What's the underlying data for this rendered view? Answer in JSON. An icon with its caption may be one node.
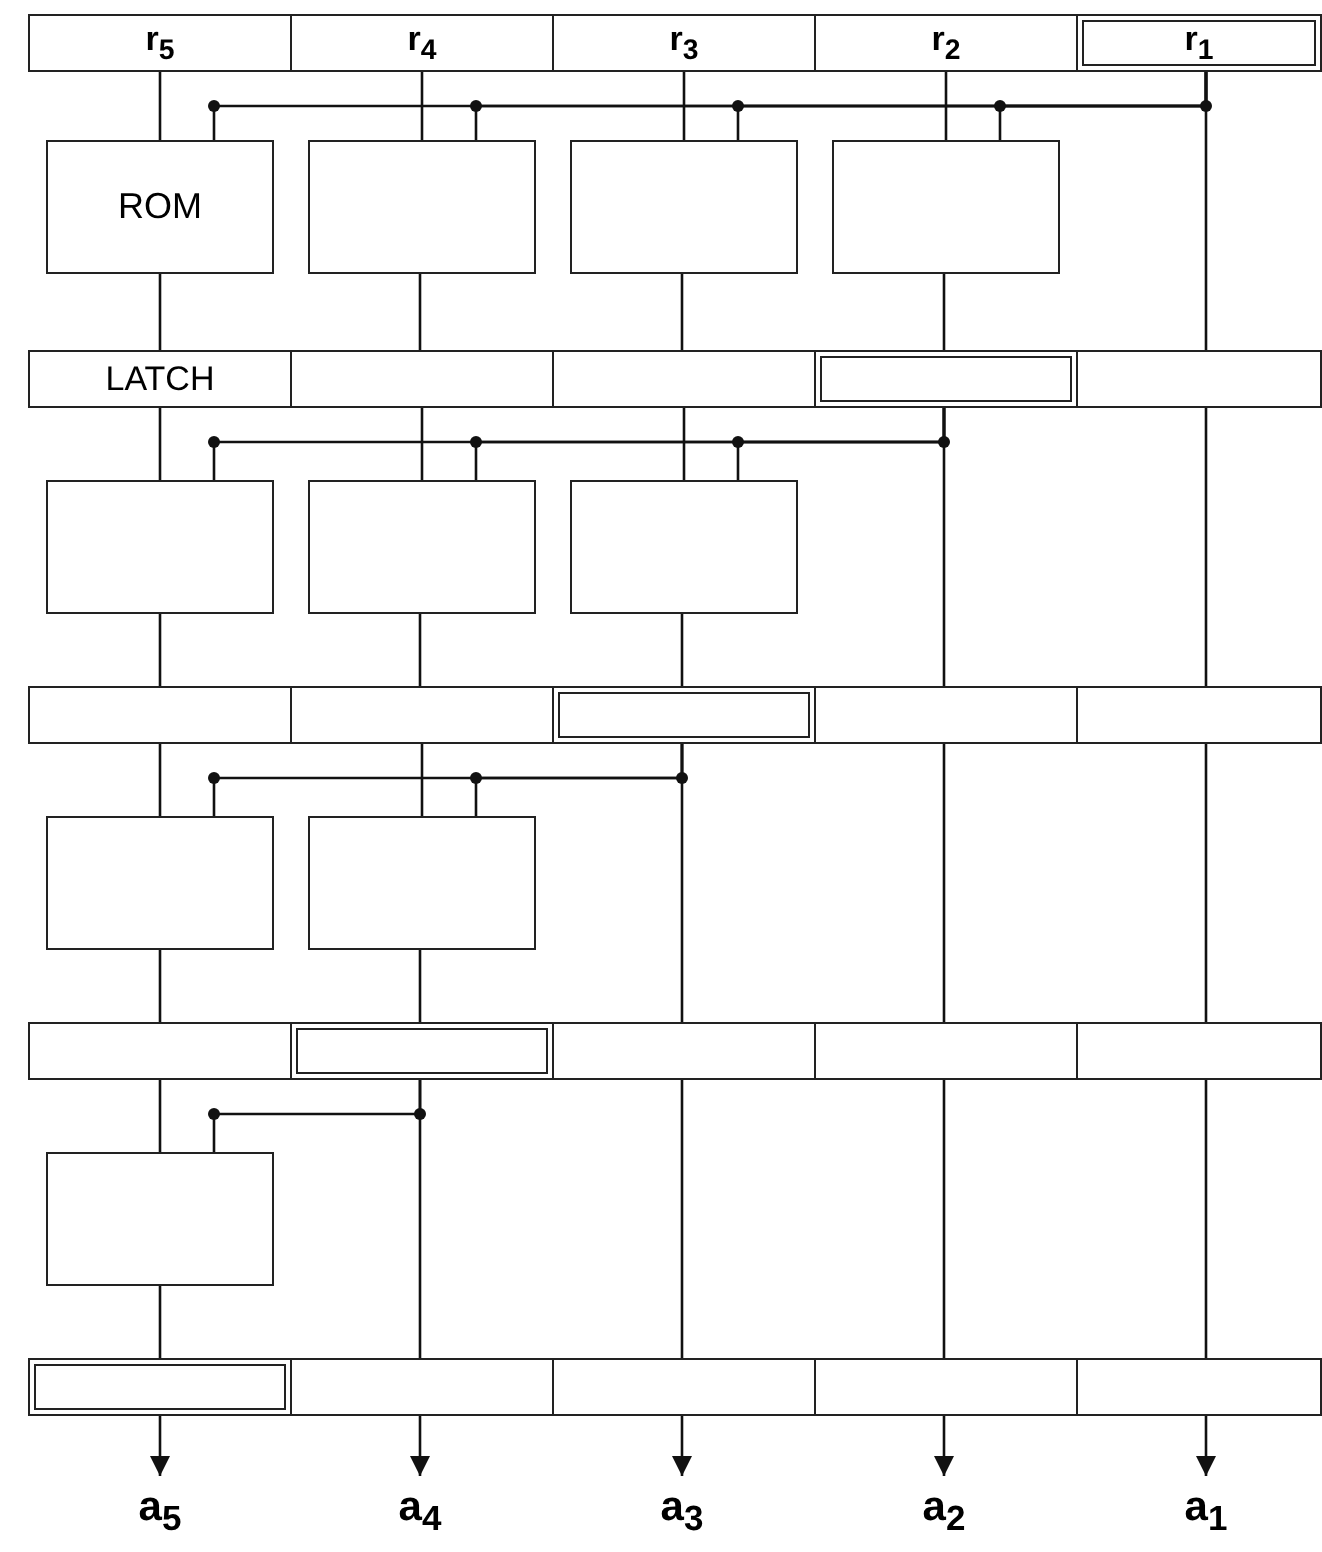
{
  "diagram": {
    "nodes": [
      {
        "text": [
          "r$_{5}$"
        ]
      },
      {
        "text": [
          "r$_{4}$"
        ]
      },
      {
        "text": [
          "r$_{3}$"
        ]
      },
      {
        "text": [
          "r$_{2}$"
        ]
      },
      {
        "text": [
          "r$_{1}$"
        ]
      },
      {
        "text": [
          "ROM"
        ]
      },
      {
        "text": [],
        "shape": "box"
      },
      {
        "text": [],
        "shape": "box"
      },
      {
        "text": [],
        "shape": "box"
      },
      {
        "text": [
          "LATCH"
        ]
      },
      {
        "text": [],
        "shape": "box"
      },
      {
        "text": [],
        "shape": "box"
      },
      {
        "text": [],
        "shape": "box"
      },
      {
        "text": [],
        "shape": "box"
      },
      {
        "text": [],
        "shape": "box"
      },
      {
        "text": [],
        "shape": "box"
      },
      {
        "text": [],
        "shape": "box"
      },
      {
        "text": [],
        "shape": "box"
      },
      {
        "text": [],
        "shape": "box"
      },
      {
        "text": [],
        "shape": "box"
      },
      {
        "text": [],
        "shape": "box"
      },
      {
        "text": [],
        "shape": "box"
      },
      {
        "text": [],
        "shape": "box"
      },
      {
        "text": [],
        "shape": "box"
      },
      {
        "text": [],
        "shape": "box"
      },
      {
        "text": [],
        "shape": "box"
      },
      {
        "text": [],
        "shape": "box"
      },
      {
        "text": [],
        "shape": "box"
      },
      {
        "text": [],
        "shape": "box"
      },
      {
        "text": [],
        "shape": "box"
      },
      {
        "text": [],
        "shape": "box"
      },
      {
        "text": [],
        "shape": "box"
      },
      {
        "text": [],
        "shape": "box"
      },
      {
        "text": [],
        "shape": "box"
      },
      {
        "text": [],
        "shape": "box"
      },
      {
        "text": [
          "a$_{5}$"
        ]
      },
      {
        "text": [
          "a$_{4}$"
        ]
      },
      {
        "text": [
          "a$_{3}$"
        ]
      },
      {
        "text": [
          "a$_{2}$"
        ]
      },
      {
        "text": [
          "a$_{1}$"
        ]
      }
    ],
    "edges": [
      {
        "from": 0,
        "to": 5,
        "arrow": "none"
      },
      {
        "from": 5,
        "to": 9,
        "arrow": "none"
      },
      {
        "from": 1,
        "to": 6,
        "arrow": "none"
      },
      {
        "from": 6,
        "to": 10,
        "arrow": "none"
      },
      {
        "from": 2,
        "to": 7,
        "arrow": "none"
      },
      {
        "from": 7,
        "to": 11,
        "arrow": "none"
      },
      {
        "from": 3,
        "to": 8,
        "arrow": "none"
      },
      {
        "from": 8,
        "to": 12,
        "arrow": "none"
      },
      {
        "from": 4,
        "to": 13,
        "arrow": "none"
      },
      {
        "from": 4,
        "to": 5,
        "arrow": "none"
      },
      {
        "from": 4,
        "to": 6,
        "arrow": "none"
      },
      {
        "from": 4,
        "to": 7,
        "arrow": "none"
      },
      {
        "from": 4,
        "to": 8,
        "arrow": "none"
      },
      {
        "from": 9,
        "to": 14,
        "arrow": "none"
      },
      {
        "from": 14,
        "to": 17,
        "arrow": "none"
      },
      {
        "from": 10,
        "to": 15,
        "arrow": "none"
      },
      {
        "from": 15,
        "to": 18,
        "arrow": "none"
      },
      {
        "from": 11,
        "to": 16,
        "arrow": "none"
      },
      {
        "from": 16,
        "to": 19,
        "arrow": "none"
      },
      {
        "from": 12,
        "to": 20,
        "arrow": "none"
      },
      {
        "from": 13,
        "to": 21,
        "arrow": "none"
      },
      {
        "from": 12,
        "to": 14,
        "arrow": "none"
      },
      {
        "from": 12,
        "to": 15,
        "arrow": "none"
      },
      {
        "from": 12,
        "to": 16,
        "arrow": "none"
      },
      {
        "from": 17,
        "to": 22,
        "arrow": "none"
      },
      {
        "from": 22,
        "to": 24,
        "arrow": "none"
      },
      {
        "from": 18,
        "to": 23,
        "arrow": "none"
      },
      {
        "from": 23,
        "to": 25,
        "arrow": "none"
      },
      {
        "from": 19,
        "to": 26,
        "arrow": "none"
      },
      {
        "from": 20,
        "to": 27,
        "arrow": "none"
      },
      {
        "from": 21,
        "to": 28,
        "arrow": "none"
      },
      {
        "from": 19,
        "to": 22,
        "arrow": "none"
      },
      {
        "from": 19,
        "to": 23,
        "arrow": "none"
      },
      {
        "from": 24,
        "to": 29,
        "arrow": "none"
      },
      {
        "from": 29,
        "to": 30,
        "arrow": "none"
      },
      {
        "from": 25,
        "to": 31,
        "arrow": "none"
      },
      {
        "from": 26,
        "to": 32,
        "arrow": "none"
      },
      {
        "from": 27,
        "to": 33,
        "arrow": "none"
      },
      {
        "from": 28,
        "to": 34,
        "arrow": "none"
      },
      {
        "from": 25,
        "to": 29,
        "arrow": "none"
      },
      {
        "from": 30,
        "to": 35,
        "arrow": "to"
      },
      {
        "from": 31,
        "to": 36,
        "arrow": "to"
      },
      {
        "from": 32,
        "to": 37,
        "arrow": "to"
      },
      {
        "from": 33,
        "to": 38,
        "arrow": "to"
      },
      {
        "from": 34,
        "to": 39,
        "arrow": "to"
      }
    ]
  }
}
